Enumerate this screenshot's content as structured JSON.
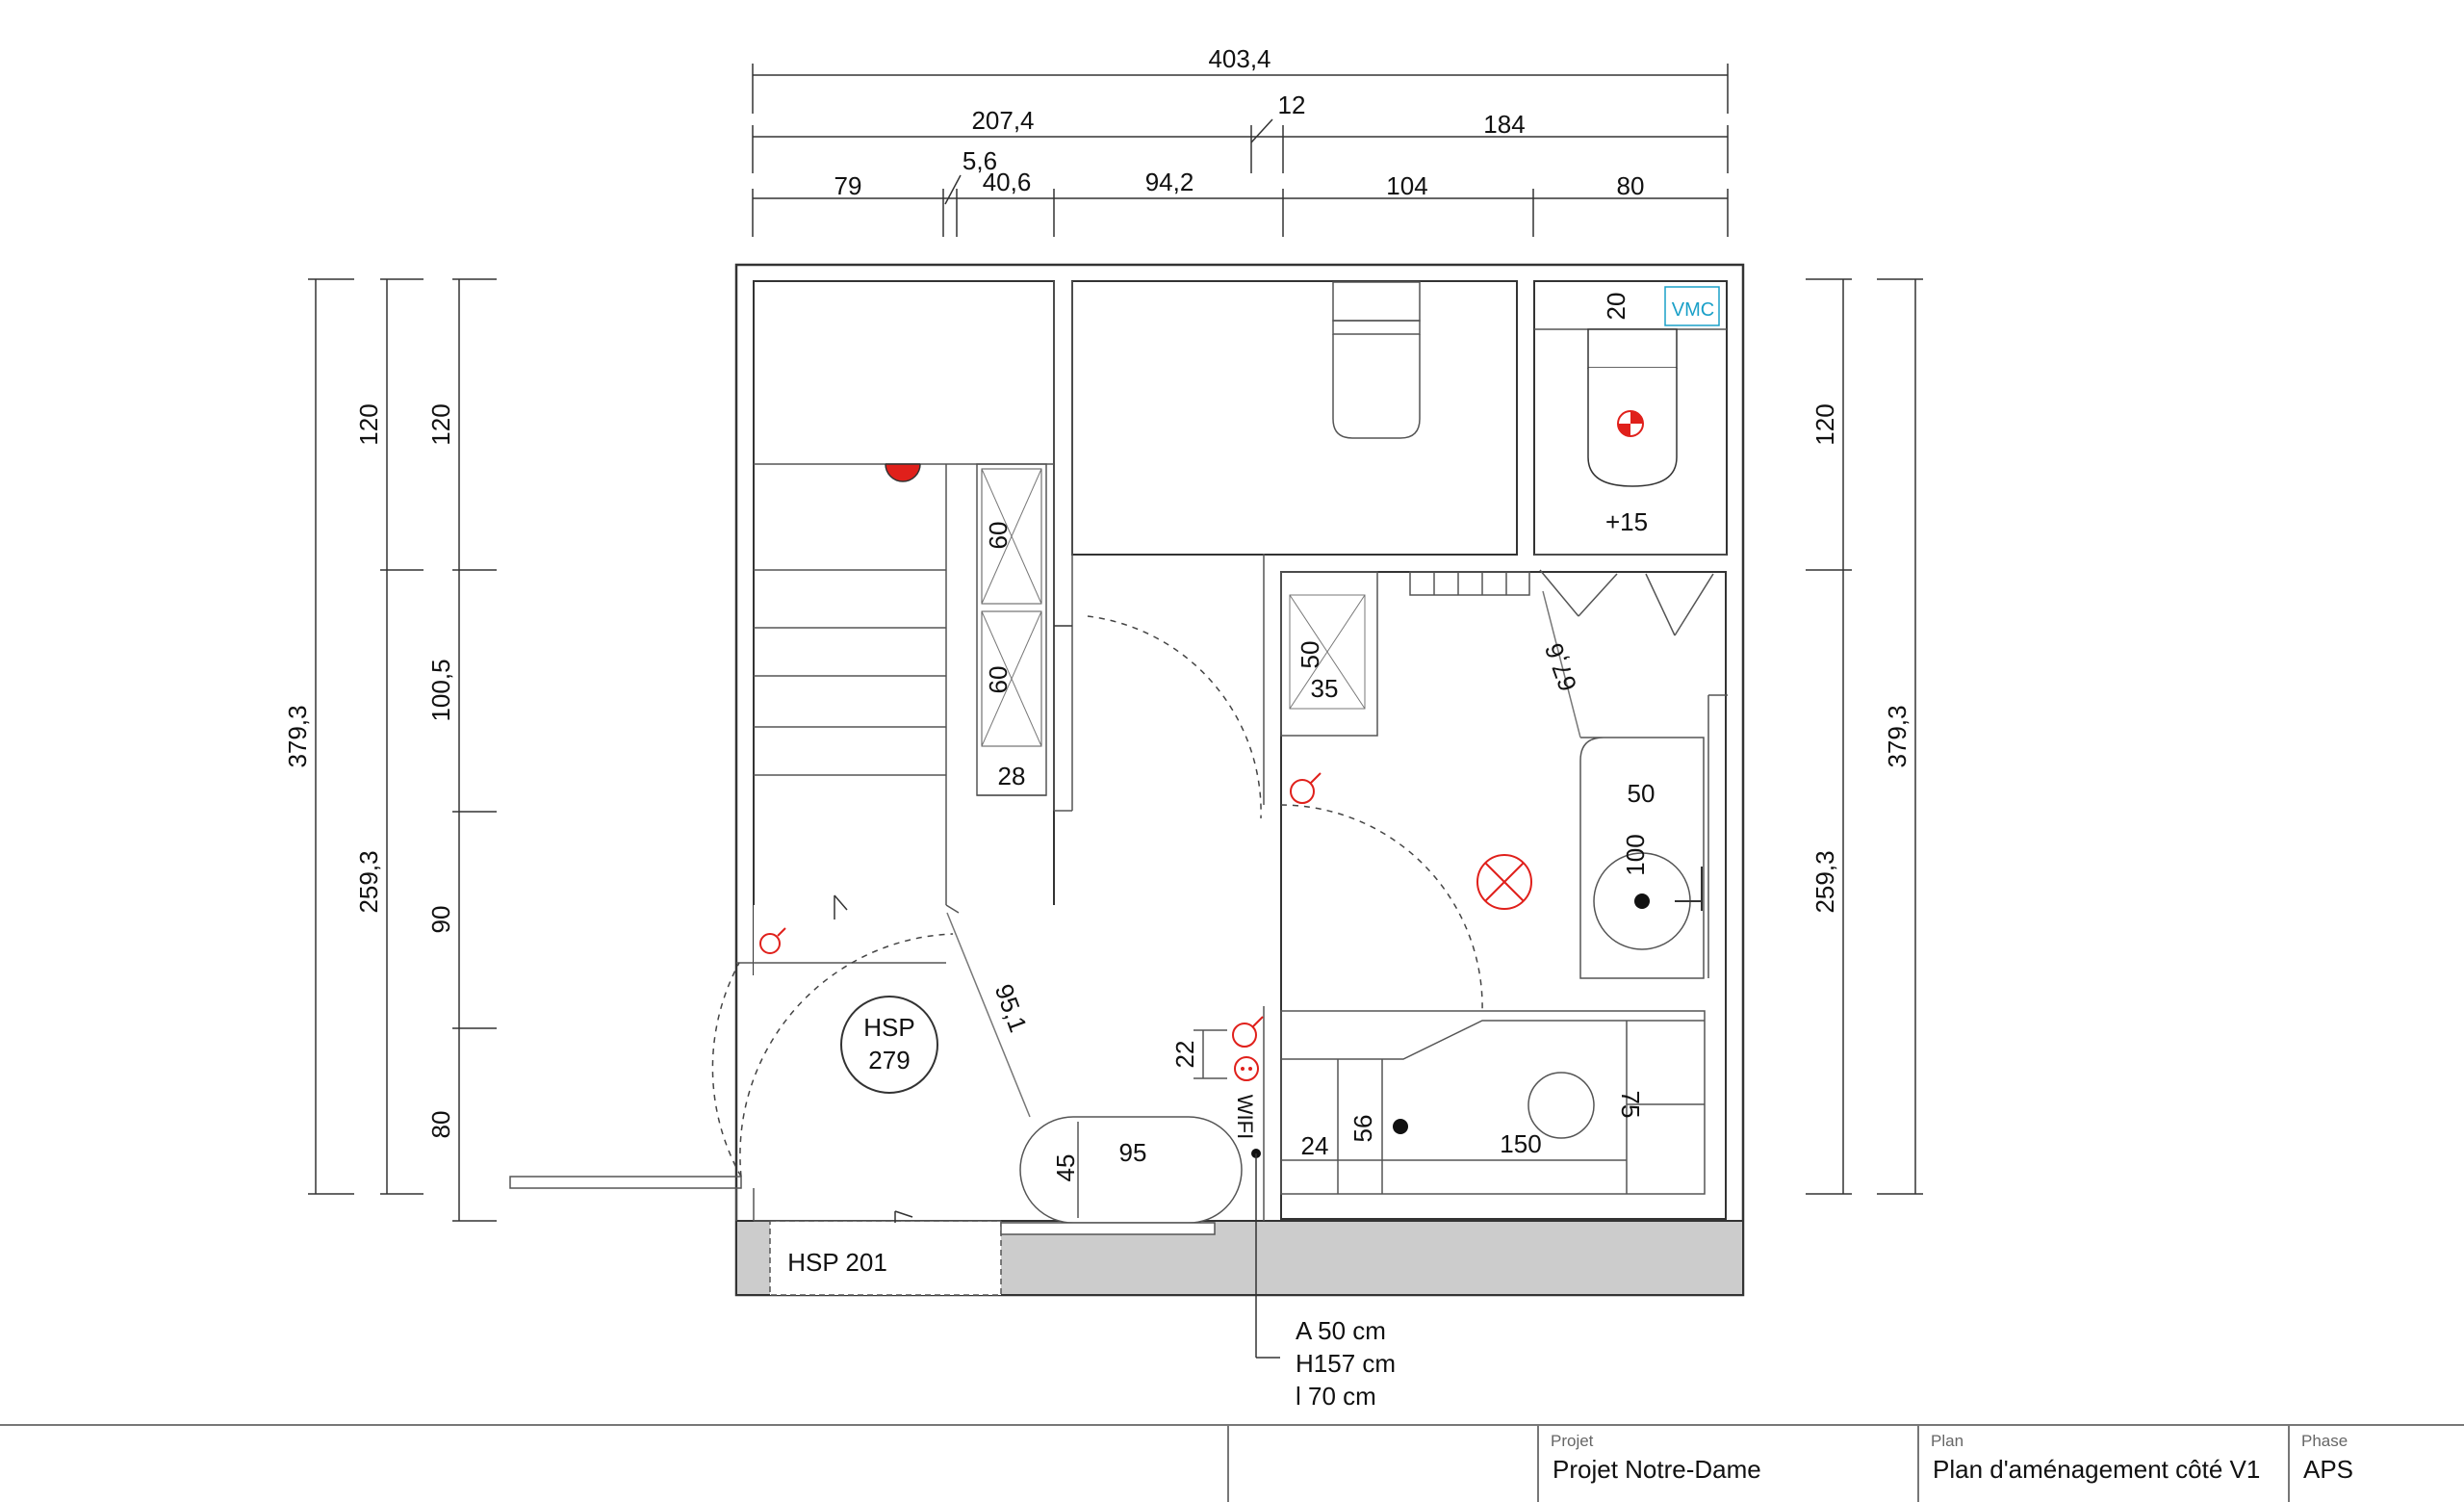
{
  "dimensions": {
    "top": [
      "403,4",
      "207,4",
      "12",
      "184",
      "79",
      "5,6",
      "40,6",
      "94,2",
      "104",
      "80"
    ],
    "left": [
      "379,3",
      "120",
      "259,3",
      "120",
      "100,5",
      "90",
      "80"
    ],
    "right": [
      "120",
      "379,3",
      "259,3"
    ],
    "interior": [
      "20",
      "60",
      "60",
      "28",
      "50",
      "35",
      "67,6",
      "50",
      "100",
      "95,1",
      "22",
      "56",
      "24",
      "150",
      "75",
      "45",
      "95"
    ]
  },
  "labels": {
    "vmc": "VMC",
    "level": "+15",
    "room_height": [
      "HSP",
      "279"
    ],
    "lower_height": "HSP 201",
    "wifi": "WIFI",
    "annotation": [
      "A 50 cm",
      "H157 cm",
      "l 70 cm"
    ]
  },
  "title_block": {
    "project_caption": "Projet",
    "project_value": "Projet Notre-Dame",
    "plan_caption": "Plan",
    "plan_value": "Plan d'aménagement côté V1",
    "phase_caption": "Phase",
    "phase_value": "APS"
  },
  "colors": {
    "accent_red": "#e0201b",
    "vmc_cyan": "#1aa0c8",
    "floor_gray": "#cccccc"
  }
}
